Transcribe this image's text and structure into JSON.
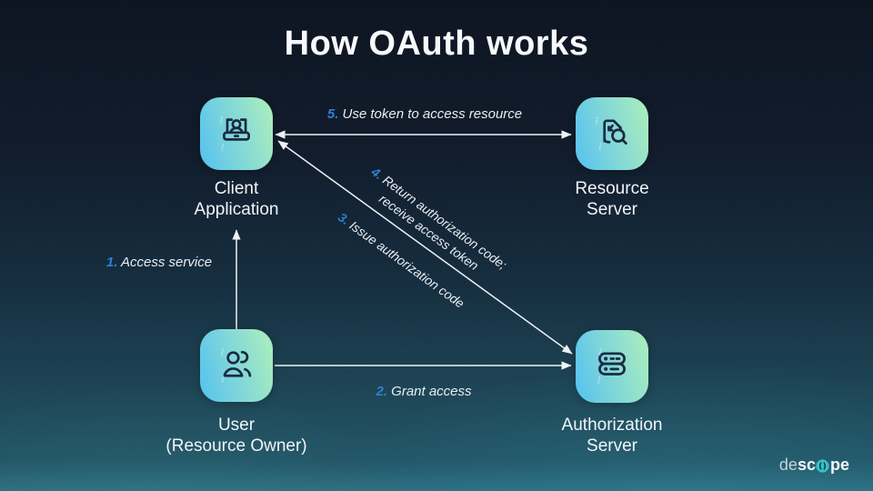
{
  "title": "How OAuth works",
  "colors": {
    "step_number_blue": "#2f7fd6",
    "node_gradient_from": "#5cc5ec",
    "node_gradient_to": "#a6ebc0",
    "logo_teal": "#35c0c6"
  },
  "nodes": [
    {
      "id": "client-application",
      "icon": "laptop-user-icon",
      "label_line1": "Client",
      "label_line2": "Application"
    },
    {
      "id": "resource-server",
      "icon": "document-search-icon",
      "label_line1": "Resource",
      "label_line2": "Server"
    },
    {
      "id": "user-resource-owner",
      "icon": "users-icon",
      "label_line1": "User",
      "label_line2": "(Resource Owner)"
    },
    {
      "id": "authorization-server",
      "icon": "server-stack-icon",
      "label_line1": "Authorization",
      "label_line2": "Server"
    }
  ],
  "arrows": [
    {
      "num": "1.",
      "text": "Access service"
    },
    {
      "num": "2.",
      "text": "Grant access"
    },
    {
      "num": "3.",
      "text": "Issue authorization code"
    },
    {
      "num": "4.",
      "text": "Return authorization code; receive access token"
    },
    {
      "num": "5.",
      "text": "Use token to access resource"
    }
  ],
  "logo": {
    "part_light": "de",
    "part_bold1": "sc",
    "part_bold2": "pe"
  }
}
